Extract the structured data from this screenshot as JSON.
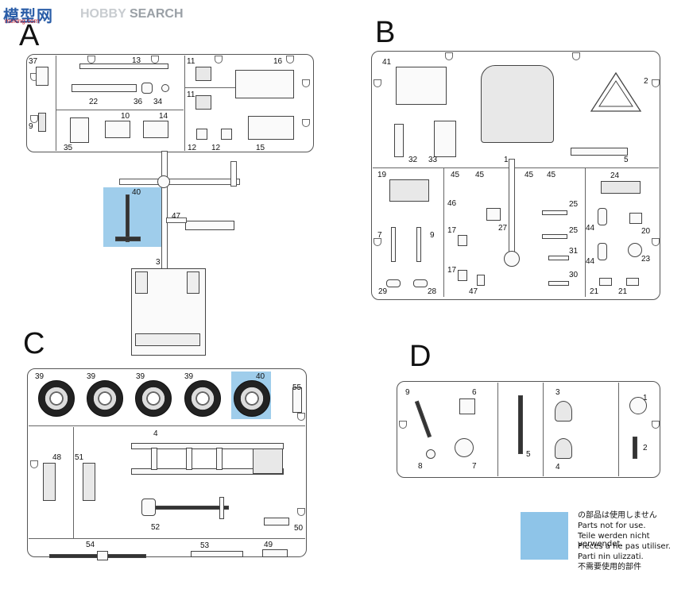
{
  "watermark": {
    "cn": "模型网",
    "sub": "moxing.com",
    "en_hidden": "HOBBY",
    "en": " SEARCH"
  },
  "sprues": {
    "A": {
      "letter": "A",
      "numbers": [
        "37",
        "13",
        "11",
        "16",
        "9",
        "22",
        "36",
        "34",
        "11",
        "10",
        "14",
        "35",
        "12",
        "12",
        "15",
        "40",
        "47",
        "3"
      ]
    },
    "B": {
      "letter": "B",
      "numbers": [
        "41",
        "2",
        "32",
        "33",
        "1",
        "5",
        "19",
        "45",
        "45",
        "45",
        "45",
        "24",
        "46",
        "27",
        "25",
        "7",
        "9",
        "25",
        "44",
        "20",
        "17",
        "31",
        "44",
        "23",
        "17",
        "30",
        "29",
        "28",
        "47",
        "21",
        "21"
      ]
    },
    "C": {
      "letter": "C",
      "numbers": [
        "39",
        "39",
        "39",
        "39",
        "40",
        "55",
        "4",
        "48",
        "51",
        "52",
        "50",
        "54",
        "53",
        "49"
      ]
    },
    "D": {
      "letter": "D",
      "numbers": [
        "9",
        "6",
        "3",
        "1",
        "5",
        "2",
        "8",
        "7",
        "4"
      ]
    }
  },
  "legend": {
    "color": "#8ec4e8",
    "lines": [
      "の部品は使用しません",
      "Parts not for use.",
      "Teile werden nicht verwendet.",
      "Pieces a ne pas utiliser.",
      "Parti nin ulizzati.",
      "不需要使用的部件"
    ]
  }
}
